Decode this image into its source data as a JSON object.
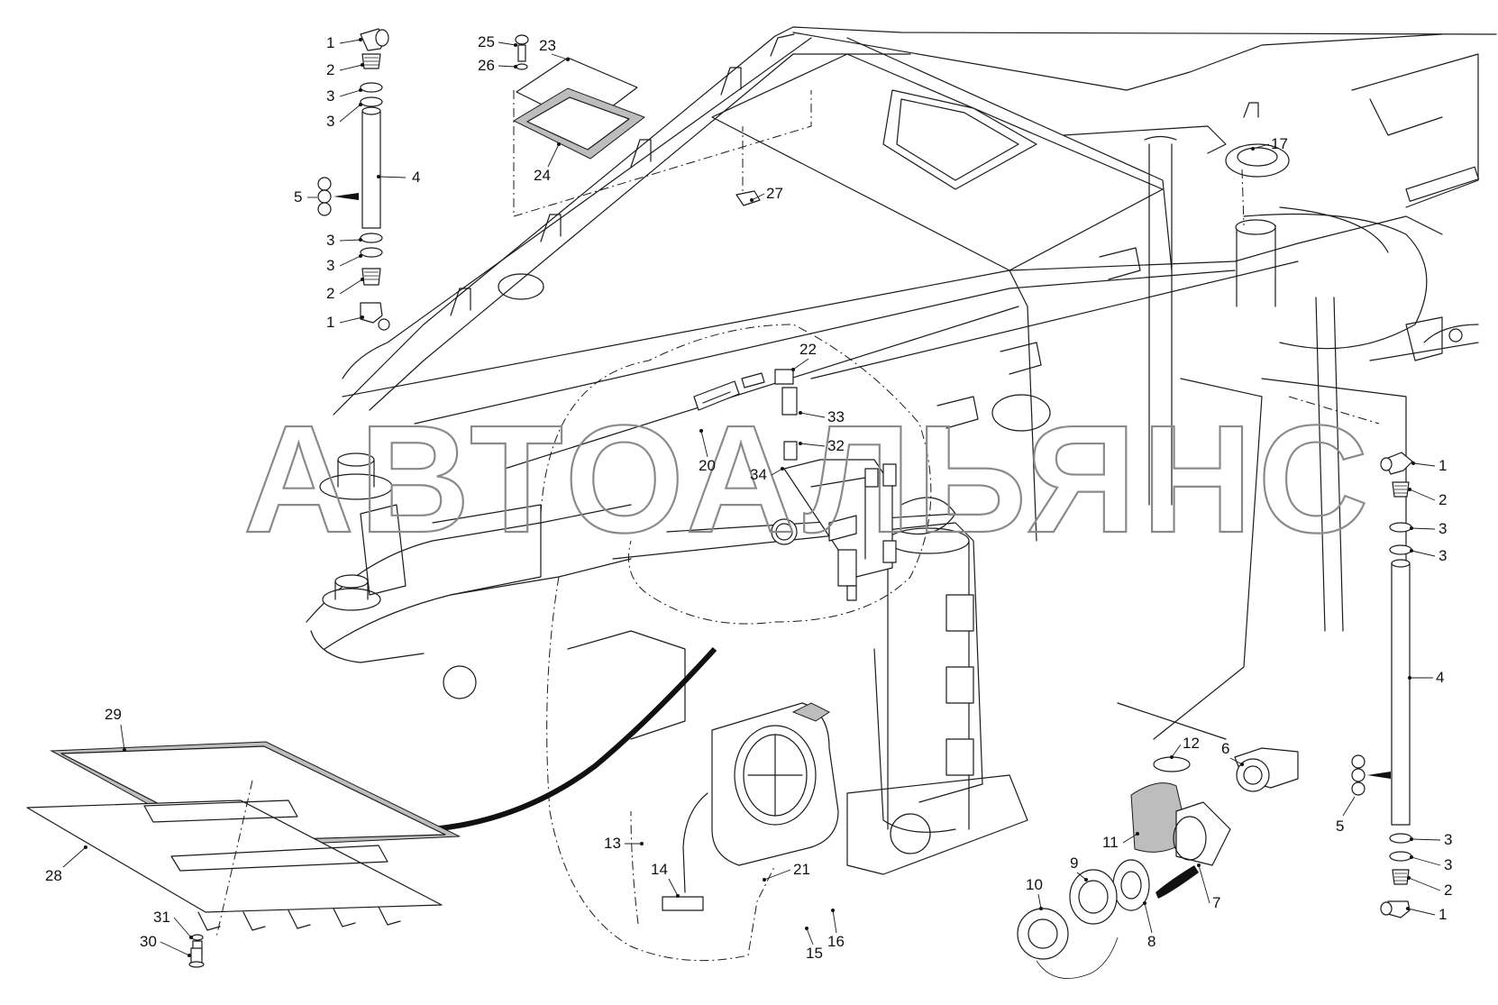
{
  "watermark": "АВТОАЛЬЯНС",
  "callouts": {
    "c1a": "1",
    "c2a": "2",
    "c3a": "3",
    "c3b": "3",
    "c4a": "4",
    "c5a": "5",
    "c3c": "3",
    "c3d": "3",
    "c2b": "2",
    "c1b": "1",
    "c25": "25",
    "c23": "23",
    "c26": "26",
    "c24": "24",
    "c27": "27",
    "c17": "17",
    "c22": "22",
    "c33": "33",
    "c32": "32",
    "c20": "20",
    "c34": "34",
    "c1c": "1",
    "c2c": "2",
    "c3e": "3",
    "c3f": "3",
    "c4b": "4",
    "c5b": "5",
    "c3g": "3",
    "c3h": "3",
    "c2d": "2",
    "c1d": "1",
    "c29": "29",
    "c28": "28",
    "c31": "31",
    "c30": "30",
    "c13": "13",
    "c14": "14",
    "c21": "21",
    "c15": "15",
    "c16": "16",
    "c12": "12",
    "c6": "6",
    "c11": "11",
    "c10": "10",
    "c9": "9",
    "c7": "7",
    "c8": "8"
  }
}
